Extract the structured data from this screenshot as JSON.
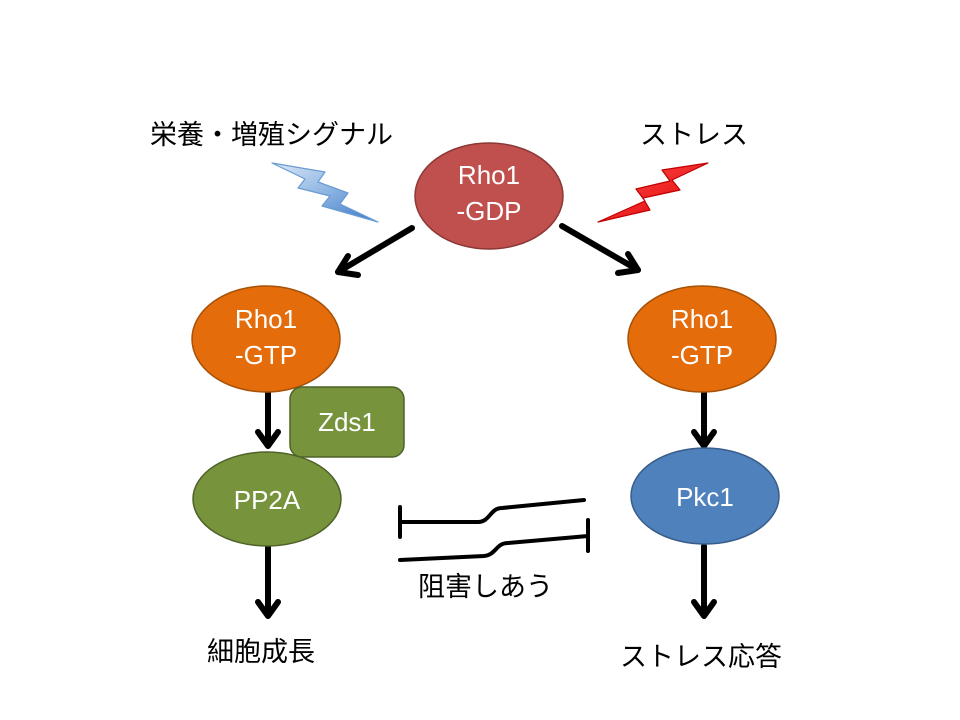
{
  "signals": {
    "nutrient_label": "栄養・増殖シグナル",
    "stress_label": "ストレス"
  },
  "nodes": {
    "rho1_gdp": {
      "line1": "Rho1",
      "line2": "-GDP",
      "color": "#c0504d"
    },
    "rho1_gtp_left": {
      "line1": "Rho1",
      "line2": "-GTP",
      "color": "#e46c0a"
    },
    "rho1_gtp_right": {
      "line1": "Rho1",
      "line2": "-GTP",
      "color": "#e46c0a"
    },
    "zds1": {
      "label": "Zds1",
      "color": "#77933c"
    },
    "pp2a": {
      "label": "PP2A",
      "color": "#77933c"
    },
    "pkc1": {
      "label": "Pkc1",
      "color": "#4f81bd"
    }
  },
  "outcomes": {
    "growth_label": "細胞成長",
    "stress_response_label": "ストレス応答",
    "mutual_inhibition_label": "阻害しあう"
  },
  "colors": {
    "nutrient_bolt": "#8db4e2",
    "stress_bolt": "#ff0000",
    "arrow": "#000000"
  }
}
